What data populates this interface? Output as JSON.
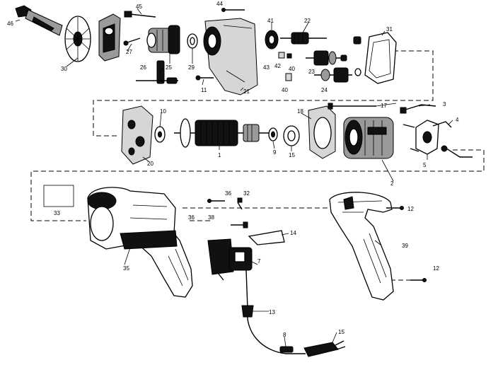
{
  "callouts": {
    "n1": "1",
    "n2": "2",
    "n3": "3",
    "n4": "4",
    "n5": "5",
    "n7": "7",
    "n8": "8",
    "n9": "9",
    "n10": "10",
    "n11": "11",
    "n12a": "12",
    "n12b": "12",
    "n13": "13",
    "n14": "14",
    "n15a": "15",
    "n15b": "15",
    "n17": "17",
    "n18": "18",
    "n20": "20",
    "n21": "21",
    "n22": "22",
    "n23": "23",
    "n24": "24",
    "n25": "25",
    "n26": "26",
    "n27": "27",
    "n29": "29",
    "n30": "30",
    "n31": "31",
    "n32": "32",
    "n33": "33",
    "n35": "35",
    "n36a": "36",
    "n36b": "36",
    "n38": "38",
    "n39": "39",
    "n40a": "40",
    "n40b": "40",
    "n41": "41",
    "n42": "42",
    "n43": "43",
    "n44": "44",
    "n45": "45",
    "n46": "46"
  }
}
